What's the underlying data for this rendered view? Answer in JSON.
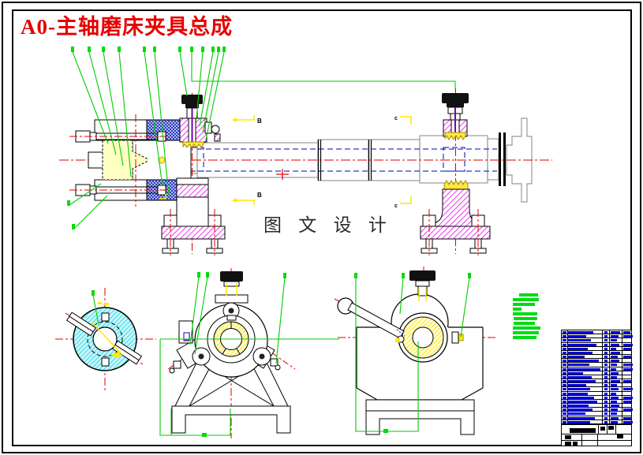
{
  "header": {
    "title": "A0-主轴磨床夹具总成",
    "title_color": "#e60000"
  },
  "watermark": {
    "text": "图 文 设 计"
  },
  "section_labels": {
    "b_top": "B",
    "b_bottom": "B",
    "c_top": "c",
    "c_bottom": "c"
  },
  "colors": {
    "centerline_red": "#e00000",
    "leader_green": "#00cc00",
    "hidden_blue": "#0000bb",
    "hatch_magenta": "#ee00ee",
    "hatch_cyan": "#00cfe4",
    "hatch_yellow": "#ffd900",
    "pad_yellow": "#ffe840",
    "outline_gray": "#999999",
    "table_text_blue": "#0000dd",
    "title_red": "#e60000"
  },
  "notes_bars": [
    [
      10,
      24
    ],
    [
      2,
      33
    ],
    [
      2,
      28
    ],
    [
      2,
      11
    ],
    [
      2,
      31
    ],
    [
      3,
      30
    ],
    [
      3,
      27
    ],
    [
      2,
      35
    ],
    [
      2,
      33
    ],
    [
      2,
      30
    ]
  ],
  "title_block": {
    "rows": [
      [
        32,
        12,
        9
      ],
      [
        23,
        10,
        12
      ],
      [
        29,
        8,
        0
      ],
      [
        36,
        11,
        12
      ],
      [
        25,
        7,
        11
      ],
      [
        31,
        12,
        0
      ],
      [
        21,
        9,
        11
      ],
      [
        39,
        11,
        0
      ],
      [
        27,
        8,
        12
      ],
      [
        41,
        7,
        12
      ],
      [
        19,
        10,
        0
      ],
      [
        30,
        8,
        0
      ],
      [
        35,
        12,
        11
      ],
      [
        23,
        8,
        0
      ],
      [
        28,
        10,
        12
      ],
      [
        25,
        7,
        0
      ],
      [
        33,
        10,
        12
      ],
      [
        37,
        8,
        10
      ],
      [
        26,
        11,
        0
      ],
      [
        31,
        9,
        12
      ],
      [
        22,
        8,
        0
      ],
      [
        34,
        10,
        11
      ],
      [
        28,
        9,
        12
      ]
    ],
    "bottom": {
      "cells": [
        [
          10,
          4,
          33,
          6
        ],
        [
          49,
          2,
          6,
          5
        ],
        [
          59,
          1,
          7,
          5
        ],
        [
          4,
          13,
          8,
          5
        ],
        [
          70,
          12,
          8,
          5
        ],
        [
          4,
          21,
          8,
          5
        ],
        [
          14,
          21,
          6,
          5
        ]
      ]
    }
  }
}
